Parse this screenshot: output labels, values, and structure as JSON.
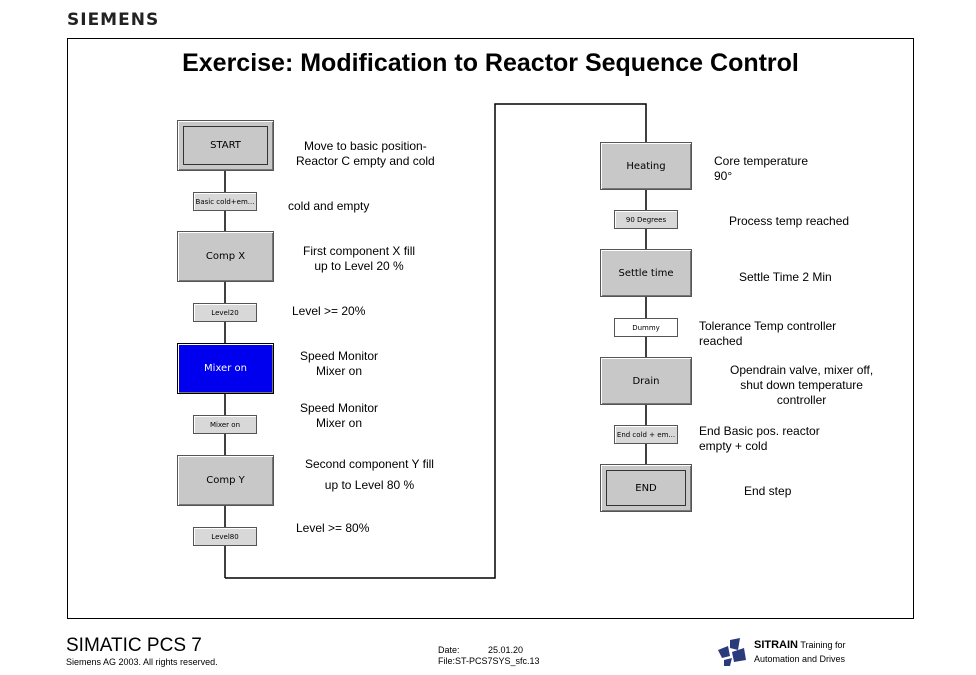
{
  "brand": {
    "logo": "SIEMENS"
  },
  "title": "Exercise: Modification to Reactor Sequence Control",
  "left_column": {
    "steps": [
      {
        "label": "START",
        "note": [
          "Move to basic position-",
          "Reactor C empty and cold"
        ]
      },
      {
        "label": "Comp X",
        "note": [
          "First component X fill",
          "up to Level 20 %"
        ]
      },
      {
        "label": "Mixer on",
        "note": [
          "Speed Monitor",
          "Mixer on"
        ]
      },
      {
        "label": "Comp Y",
        "note": [
          "Second component Y fill",
          "up to Level 80 %"
        ]
      }
    ],
    "transitions": [
      {
        "label": "Basic cold+em...",
        "note": [
          "cold and empty"
        ]
      },
      {
        "label": "Level20",
        "note": [
          "Level >= 20%"
        ]
      },
      {
        "label": "Mixer on",
        "note": [
          "Speed Monitor",
          "Mixer on"
        ]
      },
      {
        "label": "Level80",
        "note": [
          "Level >= 80%"
        ]
      }
    ]
  },
  "right_column": {
    "steps": [
      {
        "label": "Heating",
        "note": [
          "Core temperature",
          "90°"
        ]
      },
      {
        "label": "Settle time",
        "note": [
          "Settle Time 2 Min"
        ]
      },
      {
        "label": "Drain",
        "note": [
          "Opendrain valve, mixer off,",
          "shut down temperature",
          "controller"
        ]
      },
      {
        "label": "END",
        "note": [
          "End step"
        ]
      }
    ],
    "transitions": [
      {
        "label": "90 Degrees",
        "note": [
          "Process temp reached"
        ]
      },
      {
        "label": "Dummy",
        "note": [
          "Tolerance Temp controller",
          "reached"
        ]
      },
      {
        "label": "End cold + em...",
        "note": [
          "End Basic pos. reactor",
          "empty + cold"
        ]
      }
    ]
  },
  "footer": {
    "product": "SIMATIC PCS 7",
    "copyright": "Siemens AG 2003. All rights reserved.",
    "date_label": "Date:",
    "date_value": "25.01.20",
    "file": "File:ST-PCS7SYS_sfc.13",
    "sitrain_name": "SITRAIN",
    "sitrain_tag1": "Training for",
    "sitrain_tag2": "Automation and Drives"
  }
}
